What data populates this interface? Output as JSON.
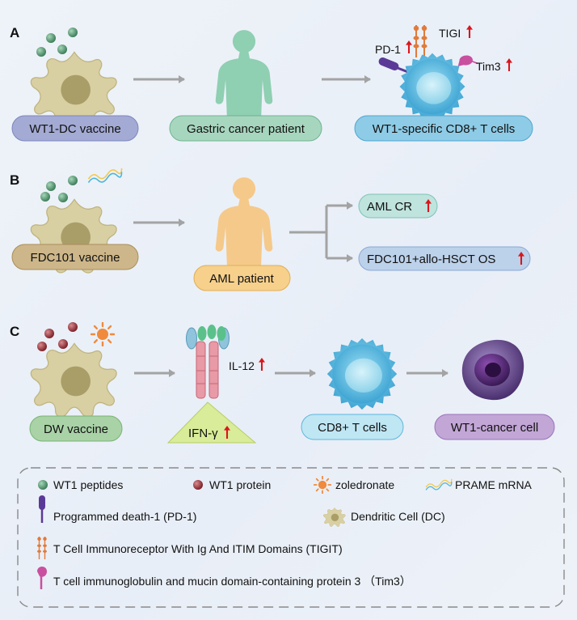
{
  "panels": {
    "a": {
      "letter": "A",
      "vaccine": "WT1-DC vaccine",
      "patient": "Gastric cancer patient",
      "result": "WT1-specific CD8+ T cells",
      "marker_pd1": "PD-1",
      "marker_tigi": "TIGI",
      "marker_tim3": "Tim3"
    },
    "b": {
      "letter": "B",
      "vaccine": "FDC101 vaccine",
      "patient": "AML patient",
      "outcome_1": "AML CR",
      "outcome_2": "FDC101+allo-HSCT OS"
    },
    "c": {
      "letter": "C",
      "vaccine": "DW vaccine",
      "cytokine_1": "IL-12",
      "cytokine_2": "IFN-γ",
      "t_cells": "CD8+ T cells",
      "target": "WT1-cancer cell"
    }
  },
  "legend": {
    "wt1_peptides": "WT1 peptides",
    "wt1_protein": "WT1 protein",
    "zoledronate": "zoledronate",
    "prame": "PRAME  mRNA",
    "pd1": "Programmed death-1 (PD-1)",
    "dc": "Dendritic Cell (DC)",
    "tigit": "T Cell Immunoreceptor With Ig And ITIM Domains (TIGIT)",
    "tim3": "T cell immunoglobulin and mucin  domain-containing protein 3 （Tim3）"
  },
  "colors": {
    "arrow": "#a3a3a3",
    "up_arrow": "#d9161c",
    "dc_body": "#d8cfa3",
    "dc_nucleus": "#a99e67",
    "peptide": "#5b9d77",
    "protein": "#a5393f",
    "zoledronate": "#f08a3c",
    "tcell": "#5cb7dd",
    "pill_purple": "#a3aad3",
    "pill_green": "#a7d6be",
    "pill_blue": "#8ecbe6",
    "pill_tan": "#cdb689",
    "pill_orange": "#f7d08b",
    "pill_teal": "#bfe3dd",
    "pill_lightblue": "#bcd1ea",
    "pill_cd8": "#bfe6f3",
    "pill_violet": "#c2a6d6",
    "pill_dw": "#a9d2a6"
  }
}
